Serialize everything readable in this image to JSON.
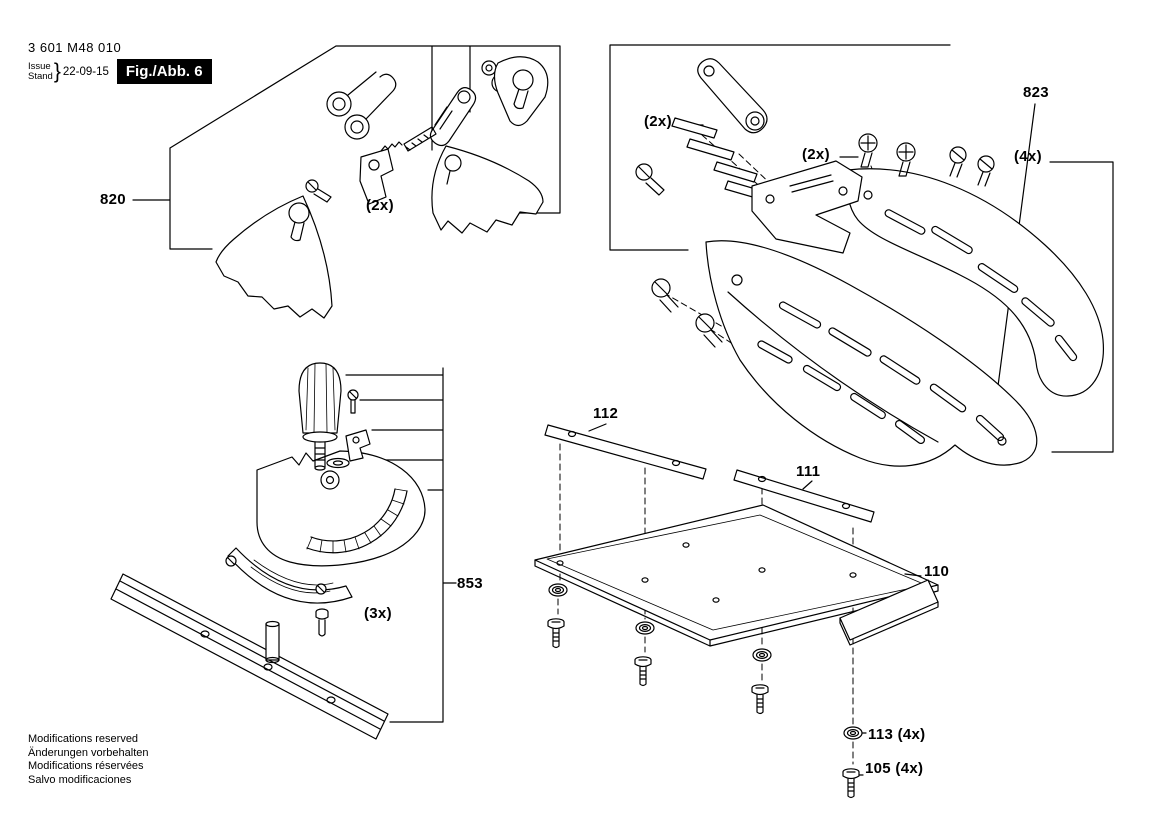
{
  "document": {
    "part_number": "3 601 M48 010",
    "issue_label": "Issue",
    "stand_label": "Stand",
    "issue_brace": "}",
    "issue_date": "22-09-15",
    "figure_label": "Fig./Abb. 6"
  },
  "callouts": {
    "group_820": "820",
    "group_823": "823",
    "group_853": "853",
    "part_110": "110",
    "part_111": "111",
    "part_112": "112",
    "part_113": "113 (4x)",
    "part_105": "105 (4x)",
    "qty_blade_parts": "(2x)",
    "qty_guard_pins": "(2x)",
    "qty_guard_screws_left": "(2x)",
    "qty_guard_screws_right": "(4x)",
    "qty_miter_screws": "(3x)"
  },
  "footer_notes": [
    "Modifications reserved",
    "Änderungen vorbehalten",
    "Modifications réservées",
    "Salvo modificaciones"
  ],
  "colors": {
    "ink": "#000000",
    "paper": "#ffffff"
  }
}
